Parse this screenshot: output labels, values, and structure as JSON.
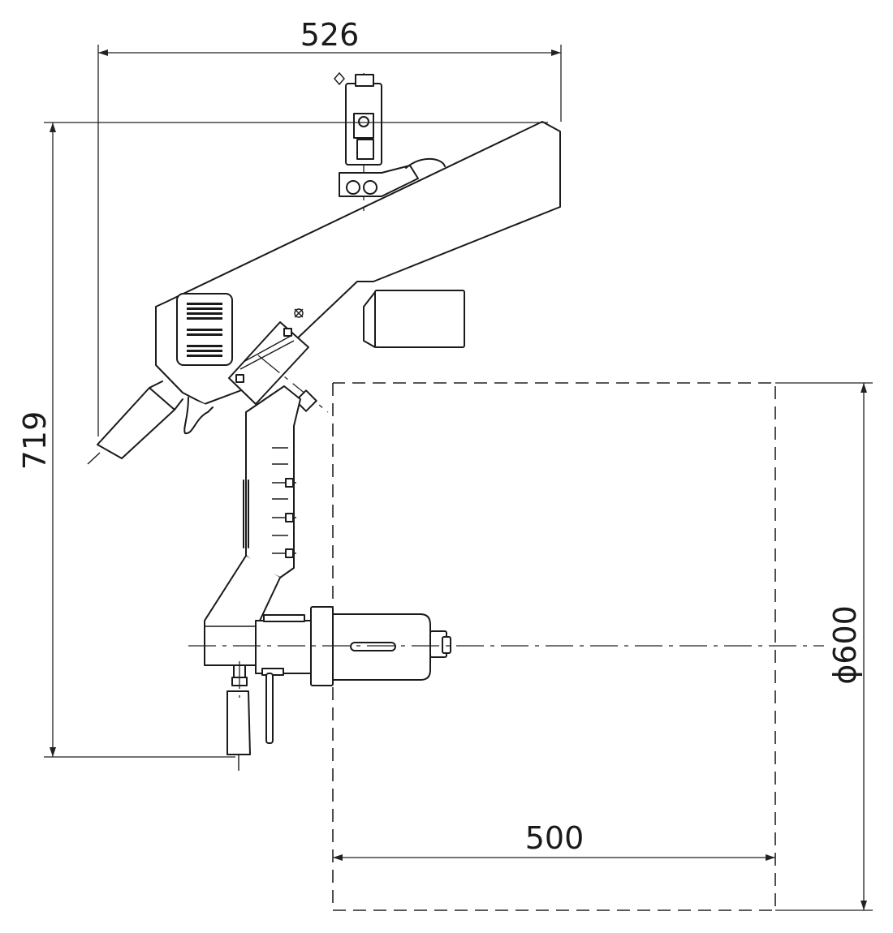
{
  "dimensions": {
    "overall_width": "526",
    "overall_height": "719",
    "workpiece_diameter": "ϕ600",
    "workpiece_length": "500"
  },
  "colors": {
    "line": "#1a1a1a",
    "background": "#ffffff"
  }
}
